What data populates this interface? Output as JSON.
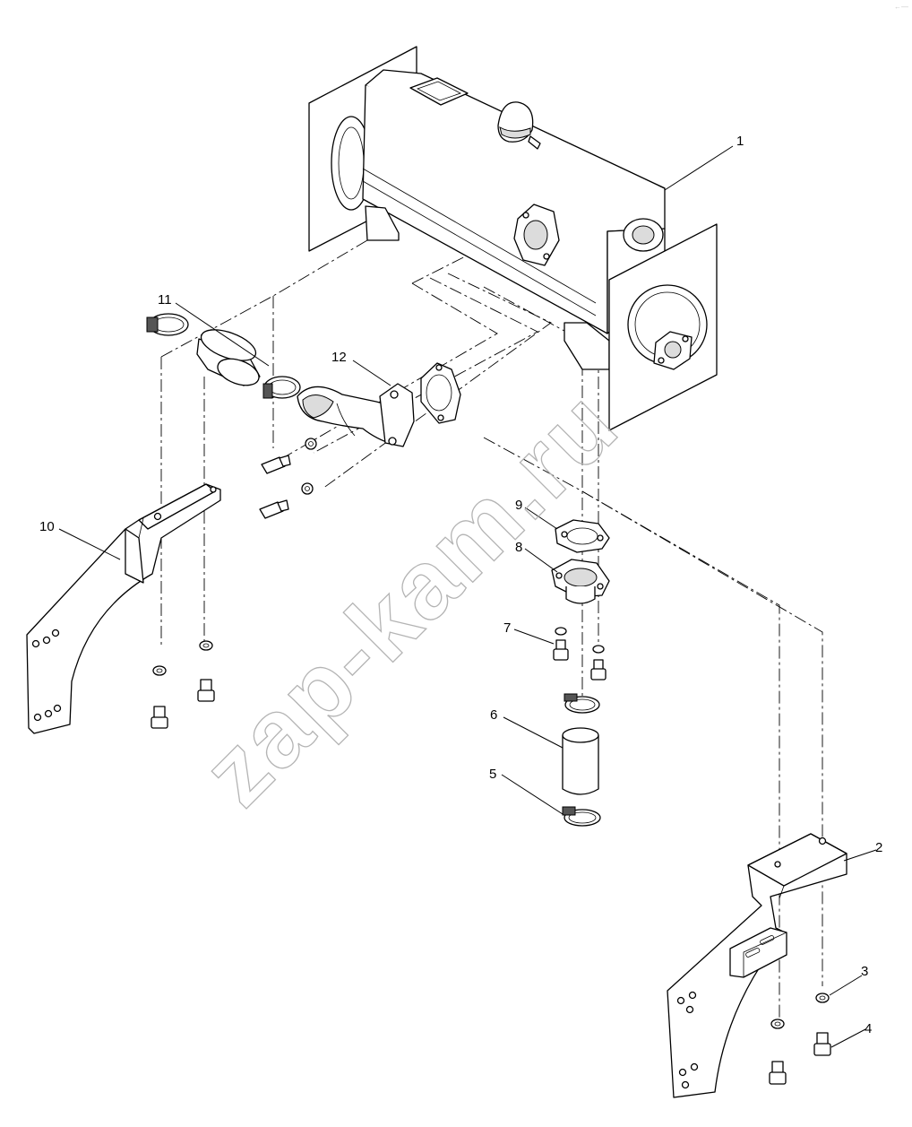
{
  "watermark": "zap-kam.ru",
  "corner_mark": "←—",
  "callouts": [
    "1",
    "2",
    "3",
    "4",
    "5",
    "6",
    "7",
    "8",
    "9",
    "10",
    "11",
    "12"
  ]
}
